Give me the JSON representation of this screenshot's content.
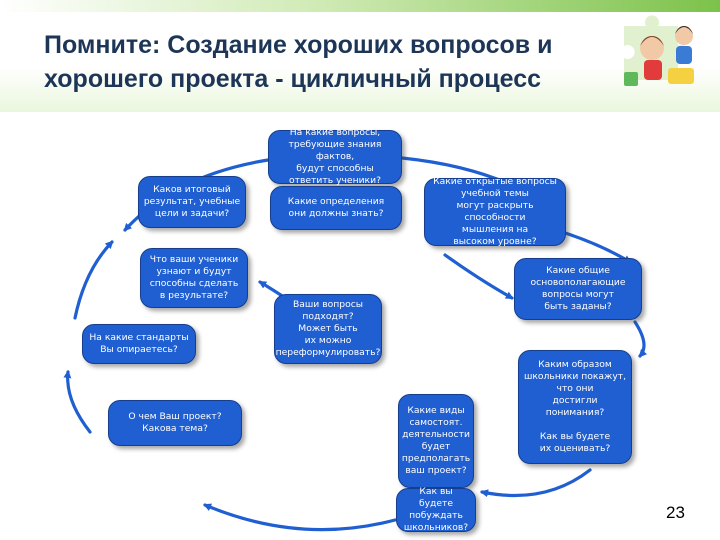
{
  "slide": {
    "title_line1": "Помните: Создание хороших вопросов и",
    "title_line2": "хорошего проекта  - цикличный процесс",
    "page_number": "23"
  },
  "colors": {
    "box_fill": "#1f5fd1",
    "arrow_stroke": "#1f5fd1",
    "title_color": "#1d3557",
    "header_accent": "#7cc24a"
  },
  "decoration": {
    "icon": "puzzle-kids-icon"
  },
  "nodes": [
    {
      "id": "q_facts",
      "text": "На какие вопросы,\nтребующие знания фактов,\nбудут способны\nответить ученики?"
    },
    {
      "id": "final_result",
      "text": "Каков итоговый\nрезультат, учебные\nцели и задачи?"
    },
    {
      "id": "definitions",
      "text": "Какие определения\nони должны знать?"
    },
    {
      "id": "open_questions",
      "text": "Какие открытые вопросы\nучебной темы\nмогут  раскрыть способности\nмышления на\nвысоком уровне?"
    },
    {
      "id": "learn_do",
      "text": "Что ваши ученики\nузнают и будут\nспособны сделать\nв результате?"
    },
    {
      "id": "general_questions",
      "text": "Какие общие\nосновополагающие\nвопросы могут\nбыть заданы?"
    },
    {
      "id": "fit_questions",
      "text": "Ваши вопросы\nподходят?\nМожет быть\nих можно\nпереформулировать?"
    },
    {
      "id": "standards",
      "text": "На какие стандарты\nВы опираетесь?"
    },
    {
      "id": "show_understanding",
      "text": "Каким образом\nшкольники покажут,\nчто они\nдостигли\nпонимания?\n\nКак вы будете\nих оценивать?"
    },
    {
      "id": "project_theme",
      "text": "О чем Ваш проект?\nКакова тема?"
    },
    {
      "id": "activities",
      "text": "Какие виды\nсамостоят.\nдеятельности\nбудет\nпредполагать\nваш проект?"
    },
    {
      "id": "motivate",
      "text": "Как вы будете\nпобуждать\nшкольников?"
    }
  ]
}
